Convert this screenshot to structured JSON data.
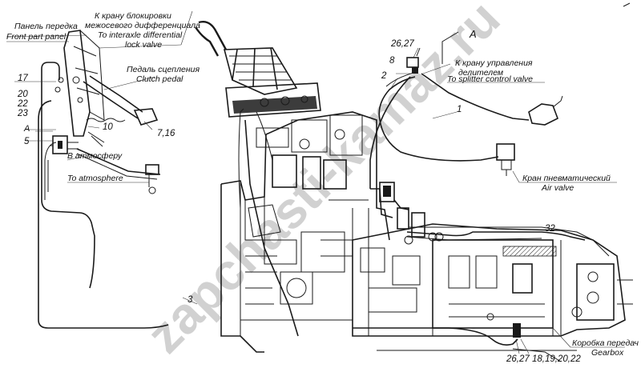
{
  "labels": {
    "front_panel_ru": "Панель передка",
    "front_panel_en": "Front part panel",
    "lock_valve_ru_1": "К крану блокировки",
    "lock_valve_ru_2": "межосевого дифференциала",
    "lock_valve_en_1": "To interaxle differential",
    "lock_valve_en_2": "lock valve",
    "clutch_pedal_ru": "Педаль сцепления",
    "clutch_pedal_en": "Clutch pedal",
    "splitter_ru_1": "К крану управления",
    "splitter_ru_2": "делителем",
    "splitter_en": "To splitter control valve",
    "atmosphere_ru": "В атмосферу",
    "atmosphere_en": "To atmosphere",
    "air_valve_ru": "Кран пневматический",
    "air_valve_en": "Air valve",
    "gearbox_ru": "Коробка передач",
    "gearbox_en": "Gearbox",
    "view_letter": "A",
    "section_mark": "A"
  },
  "callouts": {
    "n17": "17",
    "n20": "20",
    "n22": "22",
    "n23": "23",
    "n5": "5",
    "n10": "10",
    "n7_16": "7,16",
    "n26_27_top": "26,27",
    "n8": "8",
    "n2": "2",
    "n1": "1",
    "n32": "32",
    "n3": "3",
    "n26_27_bottom": "26,27",
    "n18_22": "18,19,20,22"
  },
  "watermark": "zapchasti-kamaz.ru"
}
